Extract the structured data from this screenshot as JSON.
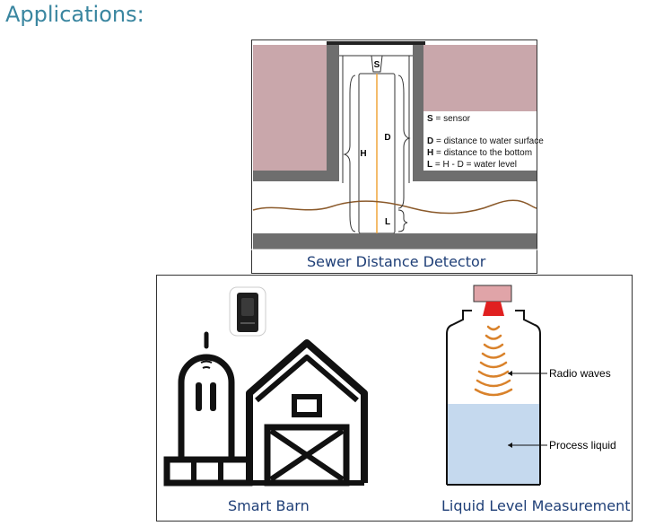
{
  "page": {
    "title": "Applications:"
  },
  "sewer": {
    "caption": "Sewer Distance Detector",
    "sensor_label": "S",
    "d_label": "D",
    "h_label": "H",
    "l_label": "L",
    "legend": [
      {
        "key": "S",
        "text": " = sensor"
      },
      {
        "key": "D",
        "text": " = distance to water surface"
      },
      {
        "key": "H",
        "text": " = distance to the bottom"
      },
      {
        "key": "L",
        "text": " = H - D = water level"
      }
    ]
  },
  "barn": {
    "caption": "Smart Barn"
  },
  "tank": {
    "caption": "Liquid Level Measurement",
    "radio_label": "Radio waves",
    "liquid_label": "Process liquid"
  },
  "colors": {
    "title": "#3a86a0",
    "caption": "#1f3f77",
    "sewer_wall": "#c9a7ab",
    "sewer_dark": "#4f4f4f",
    "water_line": "#8b5a2b",
    "probe_line": "#f0a53c",
    "radar_head": "#e0a4a8",
    "radar_emitter": "#e02020",
    "radio_waves": "#d9822b",
    "liquid": "#c5d9ee"
  }
}
